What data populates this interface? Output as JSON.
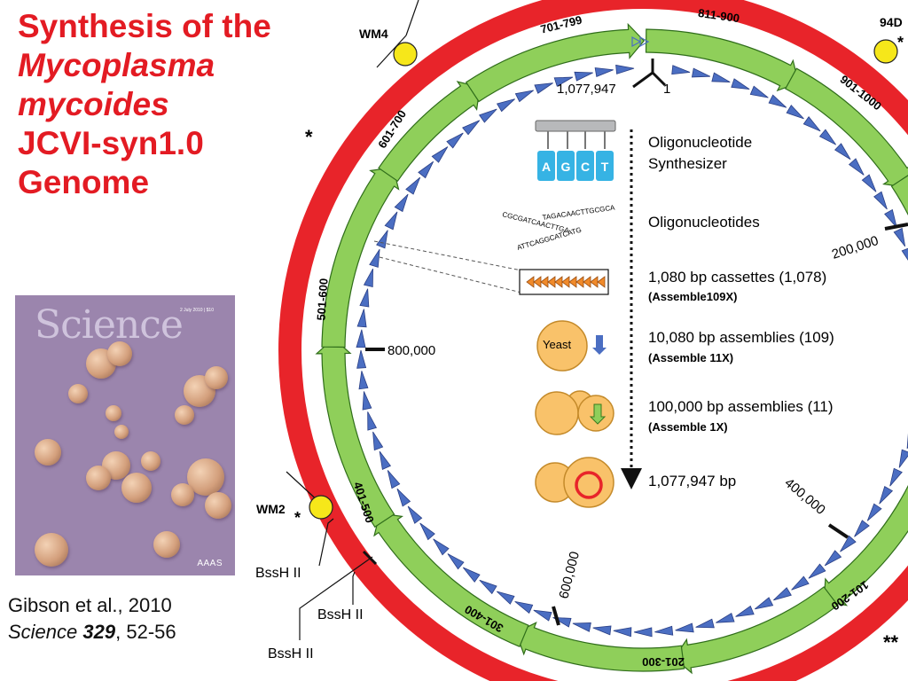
{
  "title": {
    "line1": "Synthesis of the",
    "line2": "Mycoplasma",
    "line3": "mycoides",
    "line4": "JCVI-syn1.0",
    "line5": "Genome"
  },
  "cover": {
    "masthead": "Science",
    "issue": "2 July 2010 | $10",
    "publisher": "AAAS"
  },
  "citation": {
    "authors": "Gibson et al., 2010",
    "journal": "Science",
    "volume": "329",
    "pages": ", 52-56"
  },
  "genome_map": {
    "segments": [
      "701-799",
      "811-900",
      "901-1000",
      "601-700",
      "501-600",
      "401-500",
      "301-400",
      "201-300",
      "101-200"
    ],
    "markers": [
      "WM4",
      "94D",
      "WM2"
    ],
    "position_labels": [
      "1,077,947",
      "1",
      "200,000",
      "400,000",
      "600,000",
      "800,000"
    ],
    "restriction_sites": [
      "BssH II",
      "BssH II",
      "BssH II"
    ],
    "asterisks": [
      "*",
      "*",
      "*",
      "**"
    ]
  },
  "workflow": {
    "oligo_bases": [
      "A",
      "G",
      "C",
      "T"
    ],
    "oligo_sequences": [
      "CGCGATCAACTTGA",
      "TAGACAACTTGCGCA",
      "ATTCAGGCATCATG"
    ],
    "yeast_label": "Yeast",
    "steps": [
      {
        "label": "Oligonucleotide",
        "label2": "Synthesizer"
      },
      {
        "label": "Oligonucleotides"
      },
      {
        "label": "1,080 bp cassettes (1,078)",
        "sub": "(Assemble109X)"
      },
      {
        "label": "10,080 bp assemblies (109)",
        "sub": "(Assemble 11X)"
      },
      {
        "label": "100,000 bp assemblies (11)",
        "sub": "(Assemble 1X)"
      },
      {
        "label": "1,077,947 bp"
      }
    ]
  },
  "colors": {
    "title_red": "#e31b23",
    "outer_ring_red": "#e8242a",
    "segment_green": "#8fcf5a",
    "cassette_blue": "#4b6ec2",
    "marker_yellow": "#f6e71a",
    "yeast_orange": "#f9c26a"
  }
}
